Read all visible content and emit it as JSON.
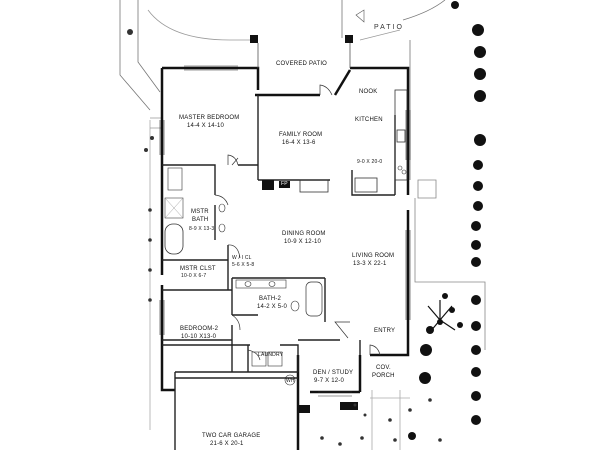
{
  "rooms": {
    "patio": {
      "name": "PATIO"
    },
    "covered_patio": {
      "name": "COVERED PATIO"
    },
    "nook": {
      "name": "NOOK"
    },
    "kitchen": {
      "name": "KITCHEN",
      "dims": "9-0 X 20-0"
    },
    "master_bedroom": {
      "name": "MASTER BEDROOM",
      "dims": "14-4  X  14-10"
    },
    "family_room": {
      "name": "FAMILY ROOM",
      "dims": "16-4  X  13-6"
    },
    "fireplace": {
      "name": "FP"
    },
    "master_bath": {
      "name_line1": "MSTR",
      "name_line2": "BATH",
      "dims": "8-9 X 13-3"
    },
    "master_closet": {
      "name": "MSTR  CLST",
      "dims": "10-0  X  6-7"
    },
    "walk_in_closet": {
      "name": "W / I  CL",
      "dims": "5-6 X 5-8"
    },
    "dining_room": {
      "name": "DINING ROOM",
      "dims": "10-9  X  12-10"
    },
    "living_room": {
      "name": "LIVING ROOM",
      "dims": "13-3  X  22-1"
    },
    "bath_2": {
      "name": "BATH-2",
      "dims": "14-2 X 5-0"
    },
    "bedroom_2": {
      "name": "BEDROOM-2",
      "dims": "10-10  X13-0"
    },
    "laundry": {
      "name": "LAUNDRY"
    },
    "water_heater": {
      "name": "WH"
    },
    "entry": {
      "name": "ENTRY"
    },
    "den_study": {
      "name": "DEN / STUDY",
      "dims": "9-7  X  12-0"
    },
    "covered_porch": {
      "name_line1": "COV.",
      "name_line2": "PORCH"
    },
    "garage": {
      "name": "TWO CAR GARAGE",
      "dims": "21-6  X  20-1"
    }
  },
  "colors": {
    "wall": "#111111",
    "line": "#555555",
    "light_line": "#999999",
    "shrub": "#111111"
  }
}
